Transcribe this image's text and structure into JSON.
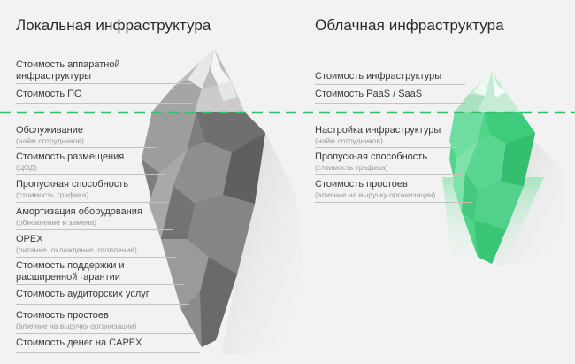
{
  "left": {
    "title": "Локальная инфраструктура",
    "above": [
      {
        "label": "Стоимость аппаратной инфраструктуры",
        "note": ""
      },
      {
        "label": "Стоимость ПО",
        "note": ""
      }
    ],
    "below": [
      {
        "label": "Обслуживание",
        "note": "(найм сотрудников)"
      },
      {
        "label": "Стоимость размещения",
        "note": "(ЦОД)"
      },
      {
        "label": "Пропускная способность",
        "note": "(стоимость трафика)"
      },
      {
        "label": "Амортизация оборудования",
        "note": "(обновление и замена)"
      },
      {
        "label": "OPEX",
        "note": "(питание, охлаждение, отопление)"
      },
      {
        "label": "Стоимость поддержки и расширенной гарантии",
        "note": ""
      },
      {
        "label": "Стоимость аудиторских услуг",
        "note": ""
      },
      {
        "label": "Стоимость простоев",
        "note": "(влияние на выручку организации)"
      },
      {
        "label": "Стоимость денег на CAPEX",
        "note": ""
      }
    ]
  },
  "right": {
    "title": "Облачная инфраструктура",
    "above": [
      {
        "label": "Стоимость инфраструктуры",
        "note": ""
      },
      {
        "label": "Стоимость PaaS / SaaS",
        "note": ""
      }
    ],
    "below": [
      {
        "label": "Настройка инфраструктуры",
        "note": "(найм сотрудников)"
      },
      {
        "label": "Пропускная способность",
        "note": "(стоимость трафика)"
      },
      {
        "label": "Стоимость простоев",
        "note": "(влияние на выручку организации)"
      }
    ]
  },
  "colors": {
    "background": "#f2f2f2",
    "waterline": "#2ec16a",
    "iceberg_left": "#8a8a8a",
    "iceberg_right": "#3dd17e"
  },
  "icons": {
    "left_iceberg": "grey-iceberg-illustration",
    "right_iceberg": "green-iceberg-illustration"
  }
}
